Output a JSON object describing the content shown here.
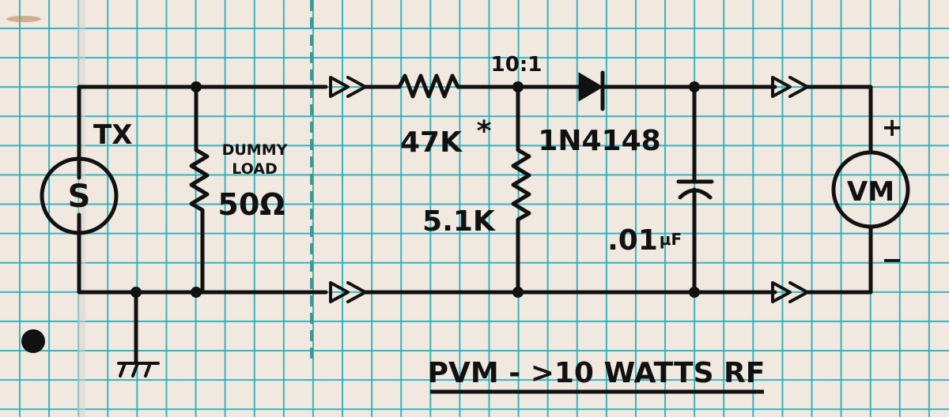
{
  "title": "PVM - >10 WATTS RF",
  "source": {
    "label": "TX",
    "symbol": "S"
  },
  "dummy_load": {
    "line1": "DUMMY",
    "line2": "LOAD",
    "value": "50Ω"
  },
  "divider": {
    "ratio": "10:1",
    "series_resistor": "47K",
    "series_note": "*",
    "shunt_resistor": "5.1K"
  },
  "diode": {
    "part": "1N4148"
  },
  "capacitor": {
    "value_main": ".01",
    "value_unit": "μF"
  },
  "meter": {
    "symbol": "VM",
    "plus": "+",
    "minus": "−"
  },
  "colors": {
    "ink": "#111111",
    "grid": "#1eafbe",
    "paper": "#f1e8df"
  }
}
